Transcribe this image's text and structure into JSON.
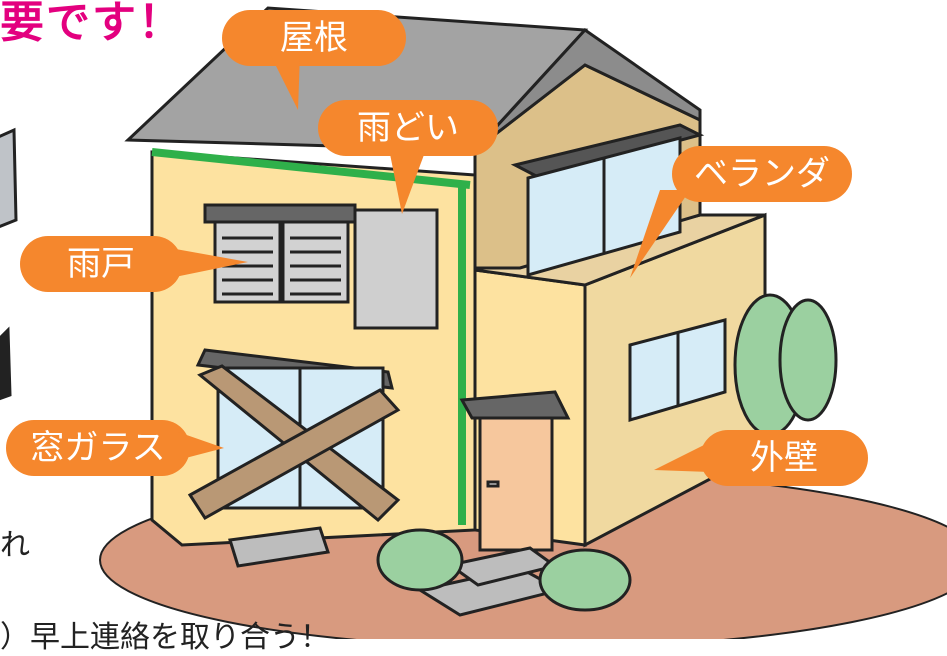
{
  "heading": "要です！",
  "labels": {
    "roof": "屋根",
    "gutter": "雨どい",
    "veranda": "ベランダ",
    "shutter": "雨戸",
    "window_glass": "窓ガラス",
    "outer_wall": "外壁"
  },
  "side_text": {
    "line1": "れ",
    "line2": "）早上連絡を取り合う！"
  },
  "colors": {
    "callout": "#f5872d",
    "heading": "#e3007f",
    "gutter": "#2fb04a",
    "wall": "#fde2a0",
    "ground": "#d89a7f",
    "roof": "#a3a3a3"
  }
}
